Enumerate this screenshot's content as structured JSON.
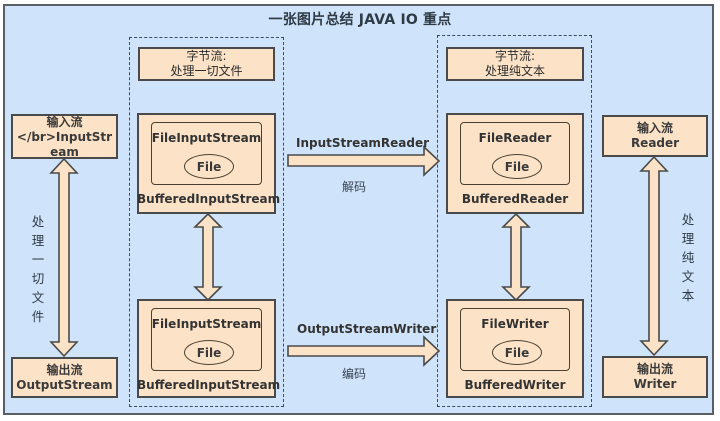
{
  "title": "一张图片总结 JAVA IO 重点",
  "colors": {
    "background": "#cfe4fb",
    "box_fill": "#fce3c7",
    "box_border": "#4a4a4a",
    "arrow_fill": "#fce3c7",
    "arrow_stroke": "#4a4a4a"
  },
  "left_column": {
    "top_box": {
      "line1": "输入流",
      "line2": "</br>InputStr",
      "line3": "eam"
    },
    "vertical_label": [
      "处",
      "理",
      "一",
      "切",
      "文",
      "件"
    ],
    "bottom_box": {
      "line1": "输出流",
      "line2": "OutputStream"
    }
  },
  "byte_group": {
    "header": {
      "line1": "字节流:",
      "line2": "处理一切文件"
    },
    "top_box": {
      "inner_label": "FileInputStream",
      "ellipse_label": "File",
      "outer_label": "BufferedInputStream"
    },
    "bottom_box": {
      "inner_label": "FileInputStream",
      "ellipse_label": "File",
      "outer_label": "BufferedInputStream"
    }
  },
  "bridges": {
    "top": {
      "label": "InputStreamReader",
      "caption": "解码"
    },
    "bottom": {
      "label": "OutputStreamWriter",
      "caption": "编码"
    }
  },
  "char_group": {
    "header": {
      "line1": "字节流:",
      "line2": "处理纯文本"
    },
    "top_box": {
      "inner_label": "FileReader",
      "ellipse_label": "File",
      "outer_label": "BufferedReader"
    },
    "bottom_box": {
      "inner_label": "FileWriter",
      "ellipse_label": "File",
      "outer_label": "BufferedWriter"
    }
  },
  "right_column": {
    "top_box": {
      "line1": "输入流",
      "line2": "Reader"
    },
    "vertical_label": [
      "处",
      "理",
      "纯",
      "文",
      "本"
    ],
    "bottom_box": {
      "line1": "输出流",
      "line2": "Writer"
    }
  }
}
